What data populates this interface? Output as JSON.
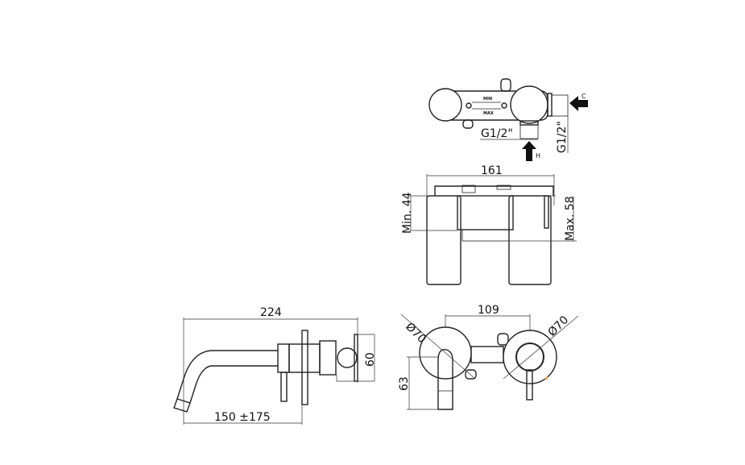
{
  "top_view": {
    "min_label": "MIN",
    "max_label": "MAX",
    "inlet_thread_bottom": "G1/2\"",
    "inlet_thread_side": "G1/2\"",
    "cold_inlet_label": "C",
    "hot_inlet_label": "H"
  },
  "front_view": {
    "width_dim": "161",
    "min_depth_dim": "Min. 44",
    "max_depth_dim": "Max. 58"
  },
  "side_view": {
    "total_length_dim": "224",
    "spout_length_dim": "150 ±175",
    "plate_height_dim": "60"
  },
  "rear_view": {
    "center_distance_dim": "109",
    "left_diameter_dim": "Ø70",
    "right_diameter_dim": "Ø70",
    "spout_height_dim": "63"
  },
  "colors": {
    "line": "#222222",
    "accent": "#e8a23a"
  }
}
